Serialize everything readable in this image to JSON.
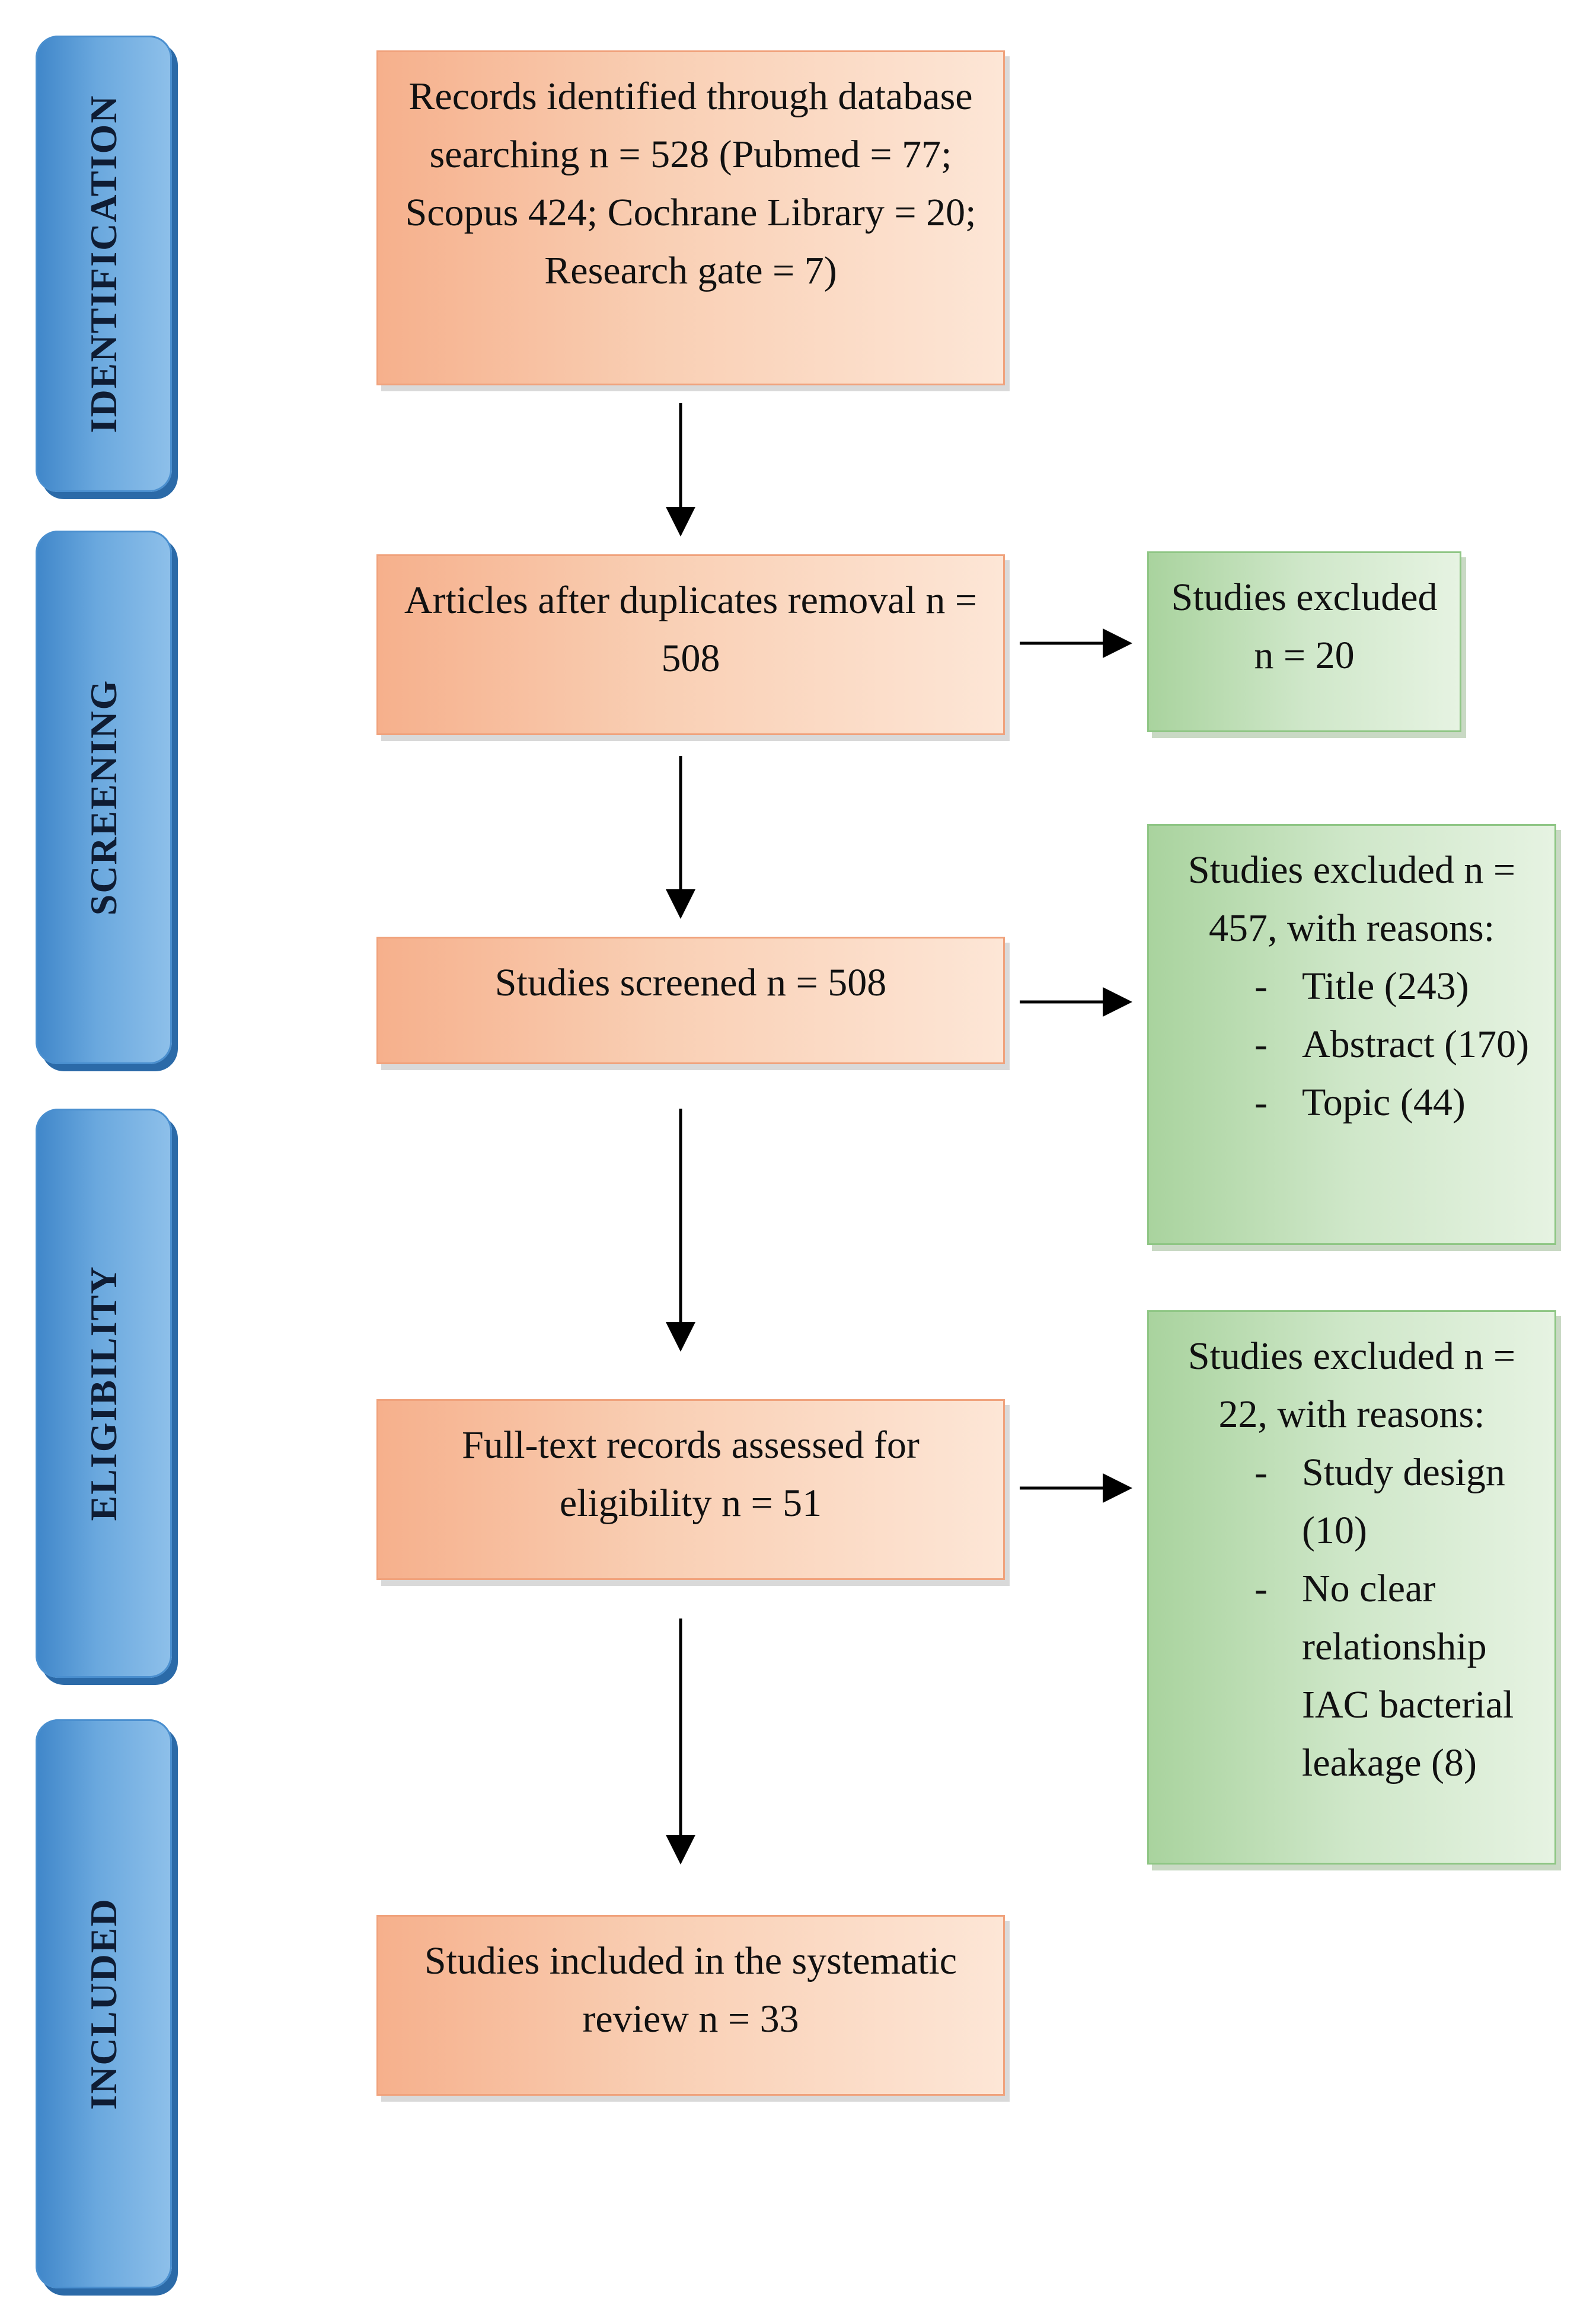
{
  "stages": {
    "identification": "IDENTIFICATION",
    "screening": "SCREENING",
    "eligibility": "ELIGIBILITY",
    "included": "INCLUDED"
  },
  "boxes": {
    "identified": "Records identified through database searching n = 528 (Pubmed = 77; Scopus 424; Cochrane Library = 20; Research gate = 7)",
    "dedup": "Articles after duplicates removal n = 508",
    "screened": "Studies screened n = 508",
    "fulltext": "Full-text records assessed for eligibility n = 51",
    "included": "Studies included in the systematic review n = 33"
  },
  "exclusions": {
    "dedup": {
      "text": "Studies excluded n = 20"
    },
    "screening": {
      "head": "Studies excluded n = 457, with reasons:",
      "reasons": [
        "Title (243)",
        "Abstract (170)",
        "Topic (44)"
      ]
    },
    "eligibility": {
      "head": "Studies excluded n = 22, with reasons:",
      "reasons": [
        "Study design (10)",
        "No clear relationship IAC bacterial leakage (8)"
      ]
    }
  },
  "colors": {
    "stage_blue": "#6aa8de",
    "process_orange": "#f9cfb4",
    "exclusion_green": "#cfe7c9"
  }
}
